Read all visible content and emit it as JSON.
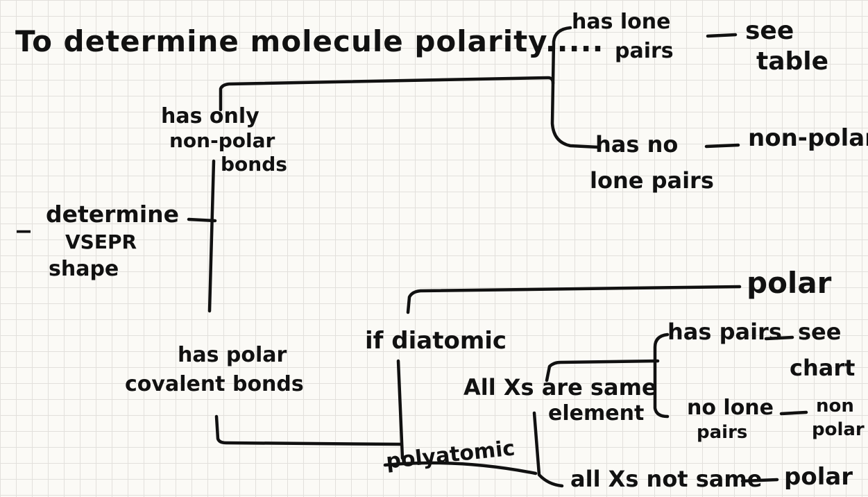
{
  "title": "To determine molecule polarity.....",
  "root": {
    "dash": "_",
    "lines": [
      "determine",
      "VSEPR",
      "shape"
    ]
  },
  "nonpolar_branch": {
    "label": [
      "has only",
      "non-polar",
      "bonds"
    ],
    "lone_pairs": {
      "label": [
        "has lone",
        "pairs"
      ],
      "result": [
        "see",
        "table"
      ],
      "dash": "—"
    },
    "no_lone_pairs": {
      "label": [
        "has no",
        "lone pairs"
      ],
      "result": "non-polar",
      "dash": "—"
    }
  },
  "polar_branch": {
    "label": [
      "has polar",
      "covalent bonds"
    ],
    "diatomic": {
      "label": "if diatomic",
      "result": "polar"
    },
    "polyatomic": {
      "label": "polyatomic",
      "same_element": {
        "label": [
          "All Xs are same",
          "element"
        ],
        "has_pairs": {
          "label": "has pairs",
          "dash": "—",
          "result": [
            "see",
            "chart"
          ]
        },
        "no_lone_pairs": {
          "label": [
            "no lone",
            "pairs"
          ],
          "dash": "—",
          "result": [
            "non",
            "polar"
          ]
        }
      },
      "not_same": {
        "label": "all Xs not same",
        "dash": "—",
        "result": "polar"
      }
    }
  },
  "colors": {
    "ink": "#111111",
    "paper": "#fbfaf6",
    "grid": "#e2e0dc"
  }
}
